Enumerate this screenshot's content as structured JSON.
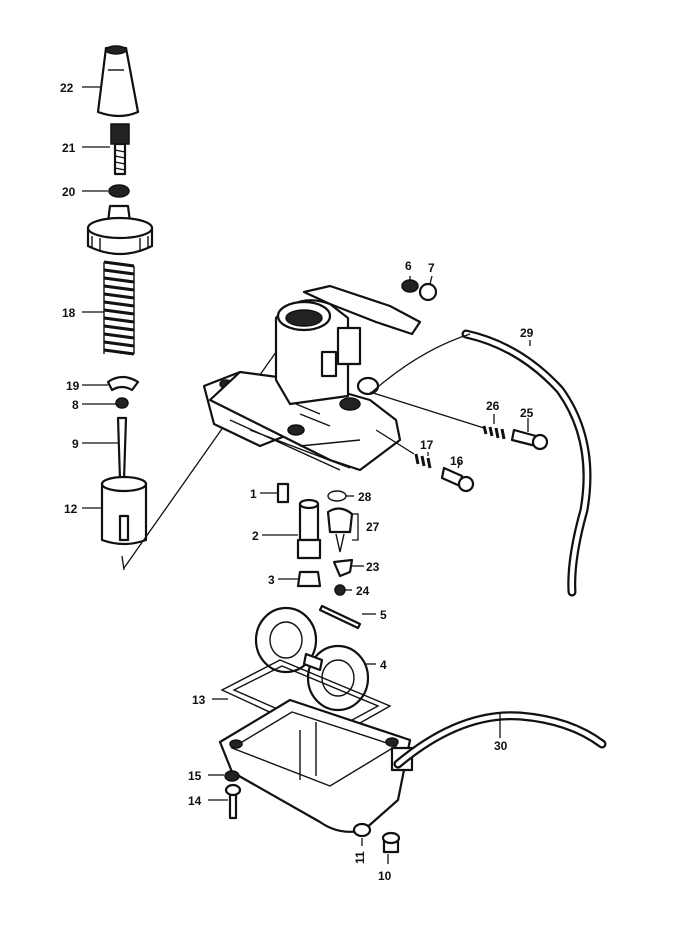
{
  "labels": {
    "p1": "1",
    "p2": "2",
    "p3": "3",
    "p4": "4",
    "p5": "5",
    "p6": "6",
    "p7": "7",
    "p8": "8",
    "p9": "9",
    "p10": "10",
    "p11": "11",
    "p12": "12",
    "p13": "13",
    "p14": "14",
    "p15": "15",
    "p16": "16",
    "p17": "17",
    "p18": "18",
    "p19": "19",
    "p20": "20",
    "p21": "21",
    "p22": "22",
    "p23": "23",
    "p24": "24",
    "p25": "25",
    "p26": "26",
    "p27": "27",
    "p28": "28",
    "p29": "29",
    "p30": "30"
  }
}
